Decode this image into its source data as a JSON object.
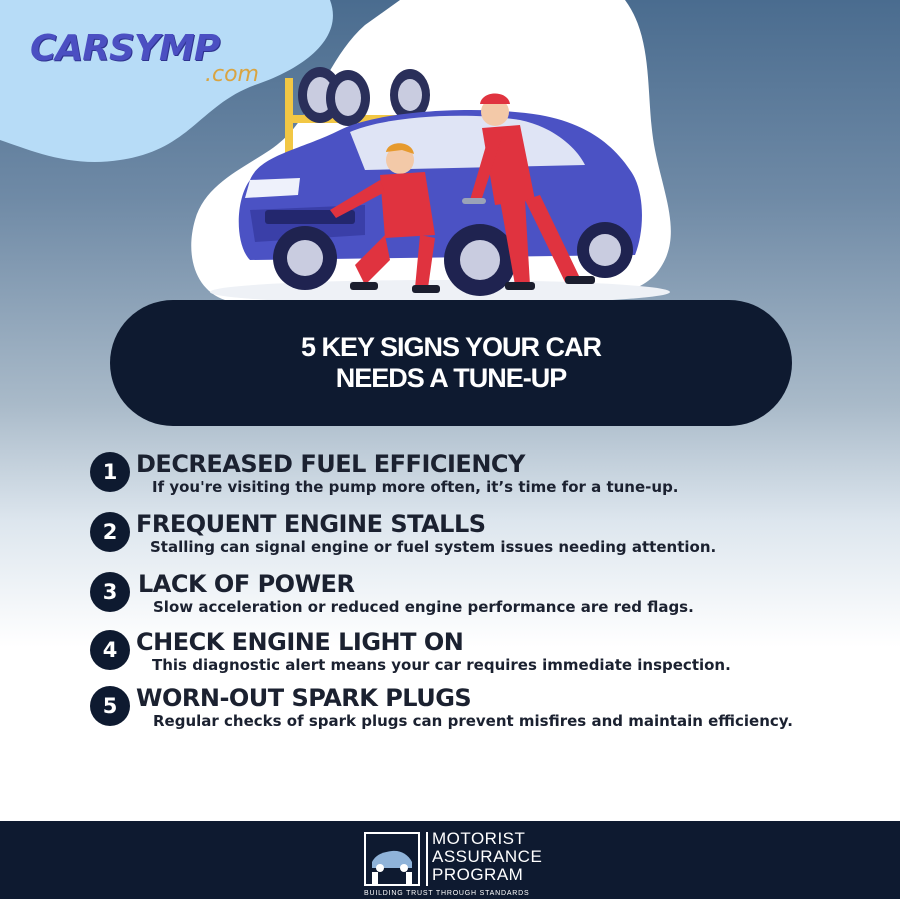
{
  "logo": {
    "main": "CARSYMP",
    "sub": ".com"
  },
  "title": {
    "line1": "5 KEY SIGNS YOUR CAR",
    "line2": "NEEDS A TUNE-UP"
  },
  "items": [
    {
      "number": "1",
      "heading": "DECREASED FUEL EFFICIENCY",
      "description": "If you're visiting the pump more often, it’s time for a tune-up."
    },
    {
      "number": "2",
      "heading": "FREQUENT ENGINE STALLS",
      "description": "Stalling can signal engine or fuel system issues needing attention."
    },
    {
      "number": "3",
      "heading": "LACK OF POWER",
      "description": "Slow acceleration or reduced engine performance are red flags."
    },
    {
      "number": "4",
      "heading": "CHECK ENGINE LIGHT ON",
      "description": "This diagnostic alert means your car requires immediate inspection."
    },
    {
      "number": "5",
      "heading": "WORN-OUT SPARK PLUGS",
      "description": "Regular checks of spark plugs can prevent misfires and maintain efficiency."
    }
  ],
  "footer": {
    "line1": "MOTORIST",
    "line2": "ASSURANCE",
    "line3": "PROGRAM",
    "tagline": "BUILDING TRUST THROUGH STANDARDS"
  },
  "colors": {
    "navy": "#0e1a30",
    "car_blue": "#4b52c4",
    "mechanic_red": "#e0333f",
    "logo_purple": "#4b4fc2",
    "logo_gold": "#d9a441"
  }
}
